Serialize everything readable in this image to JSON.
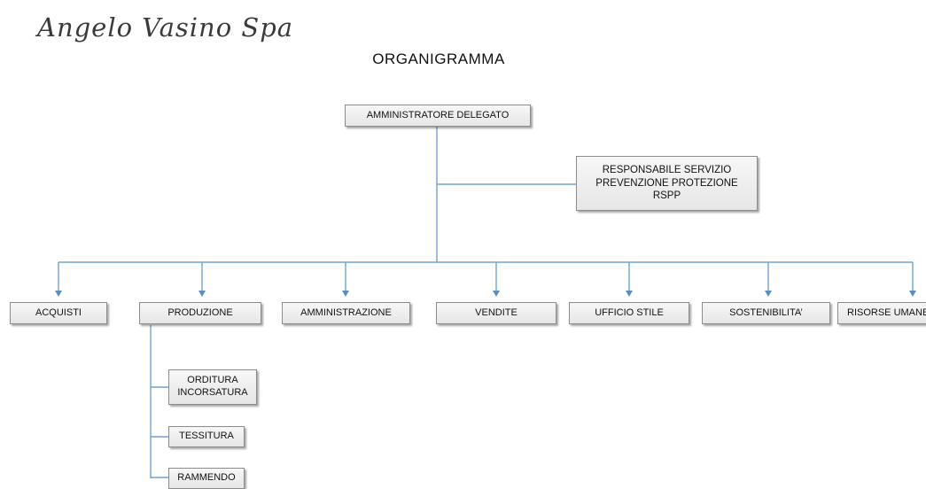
{
  "company_name": "Angelo Vasino Spa",
  "title": "ORGANIGRAMMA",
  "line_color": "#6fa3d0",
  "nodes": {
    "ceo": "AMMINISTRATORE DELEGATO",
    "rspp": "RESPONSABILE SERVIZIO\nPREVENZIONE PROTEZIONE\nRSPP",
    "departments": [
      "ACQUISTI",
      "PRODUZIONE",
      "AMMINISTRAZIONE",
      "VENDITE",
      "UFFICIO STILE",
      "SOSTENIBILITA’",
      "RISORSE UMANE"
    ],
    "production_units": [
      "ORDITURA\nINCORSATURA",
      "TESSITURA",
      "RAMMENDO"
    ]
  }
}
